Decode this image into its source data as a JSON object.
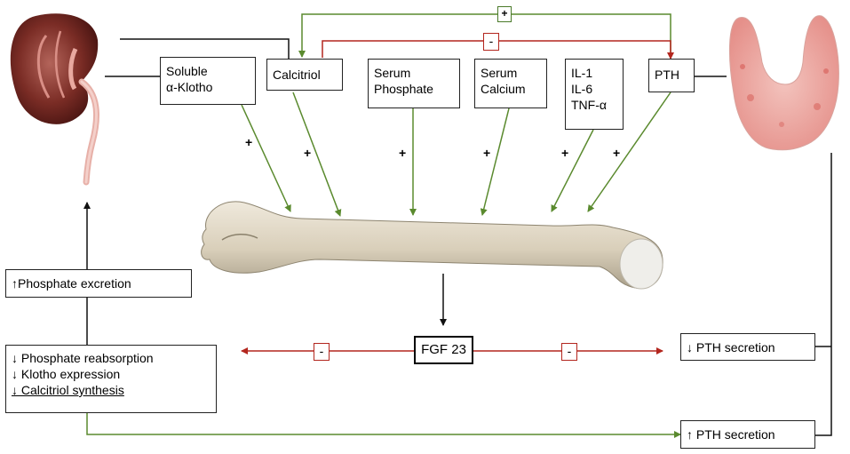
{
  "colors": {
    "stimulate": "#5a8a2e",
    "inhibit": "#b3261e",
    "neutral": "#111111"
  },
  "images": {
    "kidney": "kidney-illustration",
    "thyroid": "parathyroid-thyroid-illustration",
    "bone": "long-bone-femur-illustration"
  },
  "stimuli": {
    "klotho": [
      "Soluble",
      "α-Klotho"
    ],
    "calcitriol": "Calcitriol",
    "phosphate": [
      "Serum",
      "Phosphate"
    ],
    "calcium": [
      "Serum",
      "Calcium"
    ],
    "cytokines": [
      "IL-1",
      "IL-6",
      "TNF-α"
    ],
    "pth": "PTH"
  },
  "signs": {
    "plus": "+",
    "minus": "-"
  },
  "center": {
    "fgf23": "FGF 23"
  },
  "kidney_effects": {
    "phosphate_excretion": "↑Phosphate excretion",
    "lines": [
      "↓ Phosphate reabsorption",
      "↓ Klotho expression",
      "↓ Calcitriol synthesis"
    ]
  },
  "parathyroid_effects": {
    "pth_decrease": "↓ PTH secretion",
    "pth_increase": "↑ PTH secretion"
  }
}
